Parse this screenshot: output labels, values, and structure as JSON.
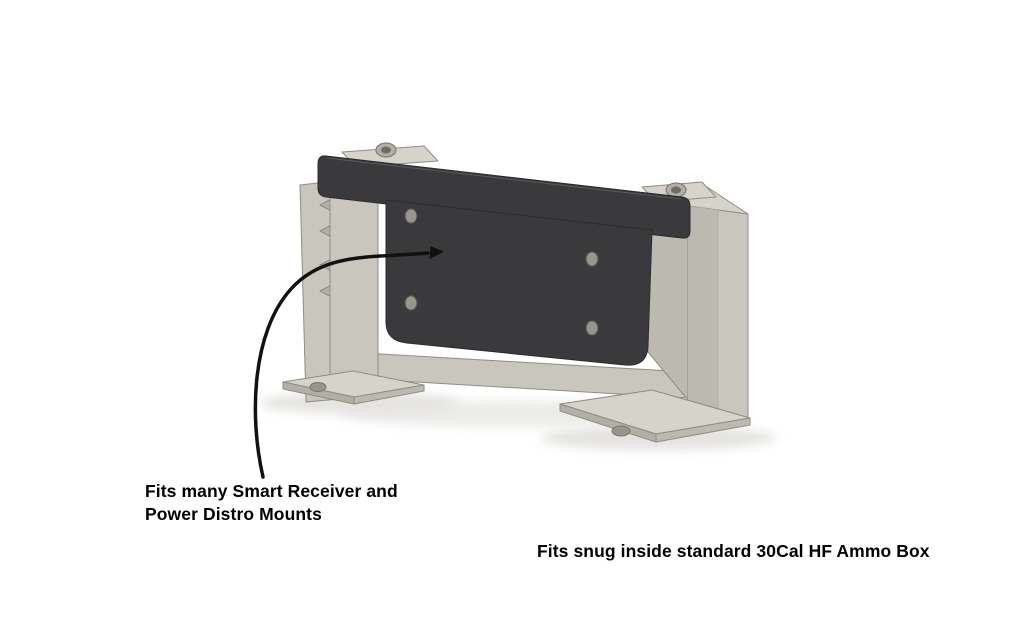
{
  "annotations": {
    "callout": {
      "line1": "Fits many Smart Receiver and",
      "line2": "Power Distro Mounts"
    },
    "caption": "Fits snug inside standard 30Cal HF Ammo Box"
  },
  "render": {
    "description": "3D CAD render of a gray sheet-metal mounting bracket with a dark mounting plate, two base feet with holes, and two cap screws on top",
    "colors": {
      "plate": "#3a3a3c",
      "plate_edge": "#2c2c2e",
      "metal_light": "#d6d3cb",
      "metal_mid": "#c9c6be",
      "metal_dark": "#b2afa7",
      "metal_deep": "#bcb9b1",
      "outline": "#8f8d85",
      "hole": "#98958d",
      "shadow": "#e4e3e0",
      "arrow": "#111111"
    }
  }
}
